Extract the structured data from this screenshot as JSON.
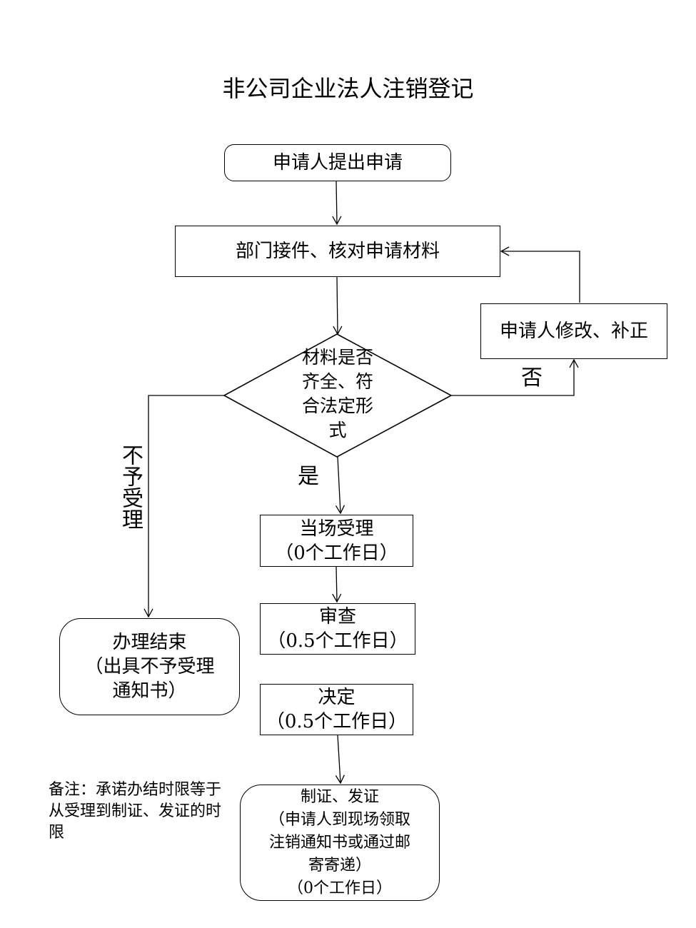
{
  "title": "非公司企业法人注销登记",
  "nodes": {
    "apply": {
      "label": "申请人提出申请"
    },
    "receive": {
      "label": "部门接件、核对申请材料"
    },
    "decision": {
      "lines": [
        "材料是否",
        "齐全、符",
        "合法定形",
        "式"
      ]
    },
    "amend": {
      "label": "申请人修改、补正"
    },
    "accept": {
      "line1": "当场受理",
      "line2": "（0个工作日）"
    },
    "review": {
      "line1": "审查",
      "line2": "（0.5个工作日）"
    },
    "decide": {
      "line1": "决定",
      "line2": "（0.5个工作日）"
    },
    "issue": {
      "lines": [
        "制证、发证",
        "（申请人到现场领取",
        "注销通知书或通过邮",
        "寄寄递）",
        "（0个工作日）"
      ]
    },
    "end": {
      "lines": [
        "办理结束",
        "（出具不予受理",
        "通知书）"
      ]
    }
  },
  "edge_labels": {
    "no": "否",
    "yes": "是",
    "reject": "不予受理"
  },
  "note": "备注：承诺办结时限等于从受理到制证、发证的时限"
}
